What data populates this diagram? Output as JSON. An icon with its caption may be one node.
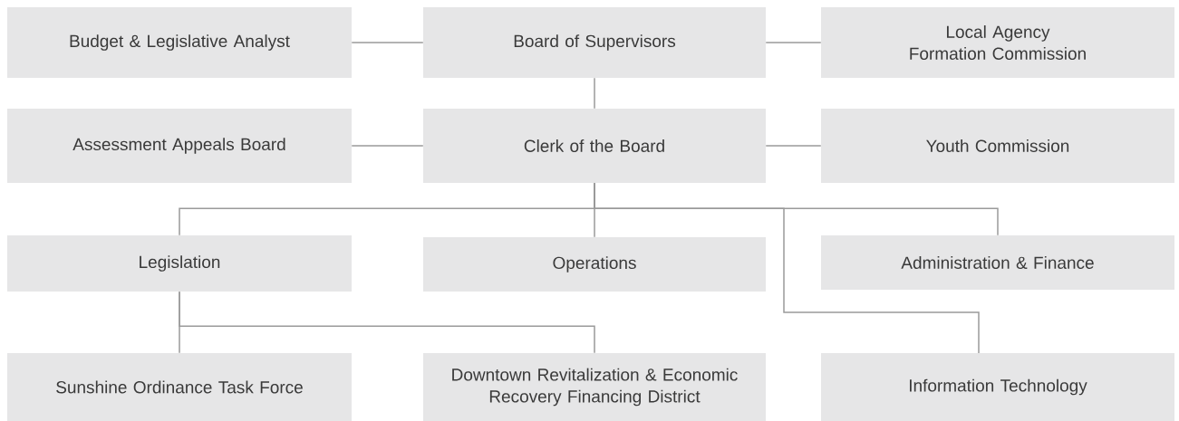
{
  "diagram": {
    "nodes": [
      {
        "text": [
          "Budget & Legislative Analyst"
        ]
      },
      {
        "text": [
          "Board of Supervisors"
        ]
      },
      {
        "text": [
          "Local Agency Formation Commission"
        ]
      },
      {
        "text": [
          "Assessment Appeals Board"
        ]
      },
      {
        "text": [
          "Clerk of the Board"
        ]
      },
      {
        "text": [
          "Youth Commission"
        ]
      },
      {
        "text": [
          "Legislation"
        ]
      },
      {
        "text": [
          "Operations"
        ]
      },
      {
        "text": [
          "Administration & Finance"
        ]
      },
      {
        "text": [
          "Sunshine Ordinance Task Force"
        ]
      },
      {
        "text": [
          "Downtown Revitalization & Economic Recovery Financing District"
        ]
      },
      {
        "text": [
          "Information Technology"
        ]
      }
    ],
    "edges": [
      {
        "from": 0,
        "to": 1,
        "arrow": "none"
      },
      {
        "from": 1,
        "to": 2,
        "arrow": "none"
      },
      {
        "from": 1,
        "to": 4,
        "arrow": "none"
      },
      {
        "from": 3,
        "to": 4,
        "arrow": "none"
      },
      {
        "from": 4,
        "to": 5,
        "arrow": "none"
      },
      {
        "from": 4,
        "to": 6,
        "arrow": "none"
      },
      {
        "from": 4,
        "to": 7,
        "arrow": "none"
      },
      {
        "from": 4,
        "to": 8,
        "arrow": "none"
      },
      {
        "from": 4,
        "to": 11,
        "arrow": "none"
      },
      {
        "from": 6,
        "to": 9,
        "arrow": "none"
      },
      {
        "from": 6,
        "to": 10,
        "arrow": "none"
      }
    ]
  }
}
